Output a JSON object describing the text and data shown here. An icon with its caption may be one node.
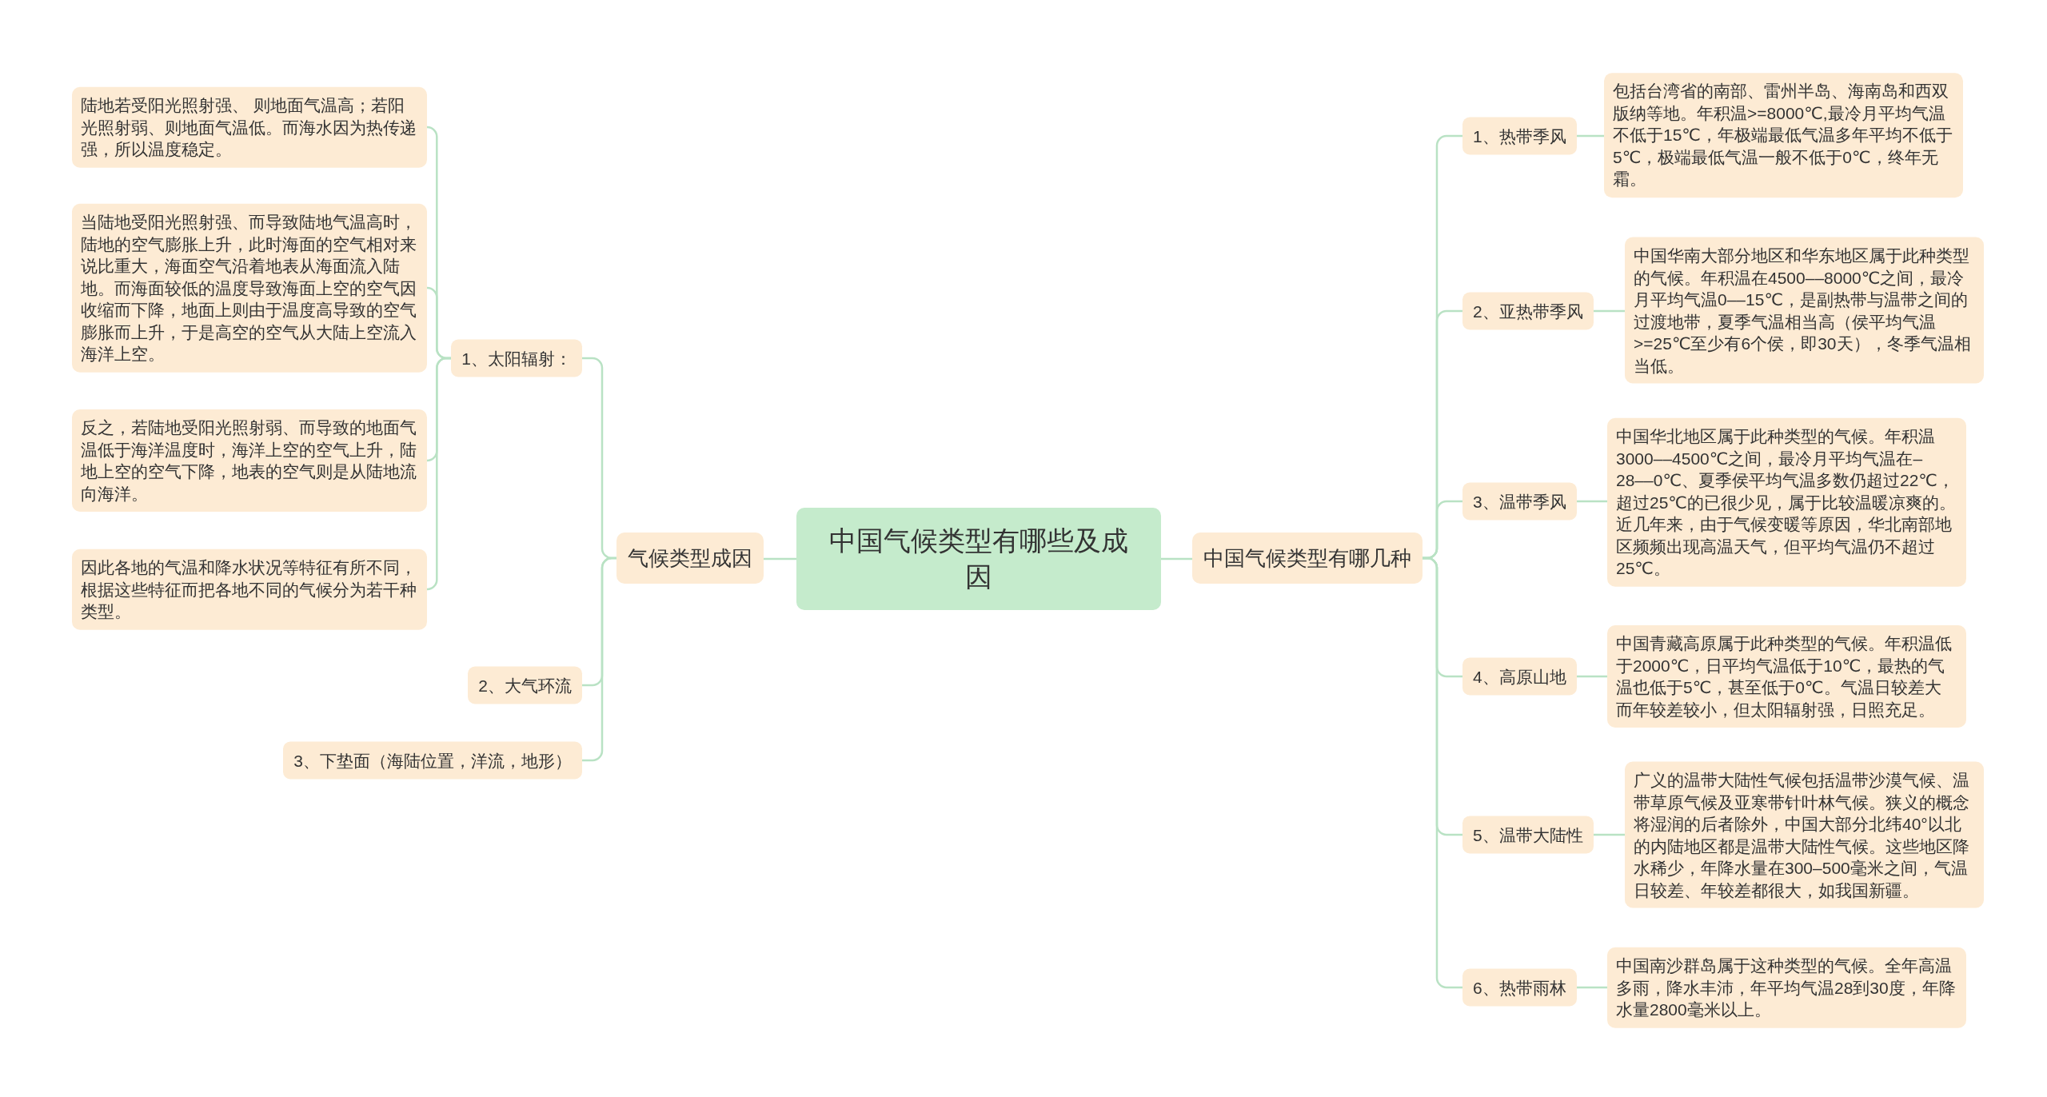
{
  "diagram": {
    "nodes": [
      {
        "text": [
          "中国气候类型有哪些及成因"
        ]
      },
      {
        "text": [
          "气候类型成因"
        ]
      },
      {
        "text": [
          "1、太阳辐射："
        ]
      },
      {
        "text": [
          "陆地若受阳光照射强、 则地面气温高；若阳光照射弱、则地面气温低。而海水因为热传递强，所以温度稳定。"
        ]
      },
      {
        "text": [
          "当陆地受阳光照射强、而导致陆地气温高时，陆地的空气膨胀上升，此时海面的空气相对来说比重大，海面空气沿着地表从海面流入陆地。而海面较低的温度导致海面上空的空气因收缩而下降，地面上则由于温度高导致的空气膨胀而上升，于是高空的空气从大陆上空流入海洋上空。"
        ]
      },
      {
        "text": [
          "反之，若陆地受阳光照射弱、而导致的地面气温低于海洋温度时，海洋上空的空气上升，陆地上空的空气下降，地表的空气则是从陆地流向海洋。"
        ]
      },
      {
        "text": [
          "因此各地的气温和降水状况等特征有所不同，根据这些特征而把各地不同的气候分为若干种类型。"
        ]
      },
      {
        "text": [
          "2、大气环流"
        ]
      },
      {
        "text": [
          "3、下垫面（海陆位置，洋流，地形）"
        ]
      },
      {
        "text": [
          "中国气候类型有哪几种"
        ]
      },
      {
        "text": [
          "1、热带季风"
        ]
      },
      {
        "text": [
          "包括台湾省的南部、雷州半岛、海南岛和西双版纳等地。年积温>=8000℃,最冷月平均气温不低于15℃，年极端最低气温多年平均不低于5℃，极端最低气温一般不低于0℃，终年无霜。"
        ]
      },
      {
        "text": [
          "2、亚热带季风"
        ]
      },
      {
        "text": [
          "中国华南大部分地区和华东地区属于此种类型的气候。年积温在4500––8000℃之间，最冷月平均气温0––15℃，是副热带与温带之间的过渡地带，夏季气温相当高（侯平均气温>=25℃至少有6个侯，即30天），冬季气温相当低。"
        ]
      },
      {
        "text": [
          "3、温带季风"
        ]
      },
      {
        "text": [
          "中国华北地区属于此种类型的气候。年积温3000––4500℃之间，最冷月平均气温在–28––0℃、夏季侯平均气温多数仍超过22℃，超过25℃的已很少见，属于比较温暖凉爽的。近几年来，由于气候变暖等原因，华北南部地区频频出现高温天气，但平均气温仍不超过25℃。"
        ]
      },
      {
        "text": [
          "4、高原山地"
        ]
      },
      {
        "text": [
          "中国青藏高原属于此种类型的气候。年积温低于2000℃，日平均气温低于10℃，最热的气温也低于5℃，甚至低于0℃。气温日较差大而年较差较小，但太阳辐射强，日照充足。"
        ]
      },
      {
        "text": [
          "5、温带大陆性"
        ]
      },
      {
        "text": [
          "广义的温带大陆性气候包括温带沙漠气候、温带草原气候及亚寒带针叶林气候。狭义的概念将湿润的后者除外，中国大部分北纬40°以北的内陆地区都是温带大陆性气候。这些地区降水稀少，年降水量在300–500毫米之间，气温日较差、年较差都很大，如我国新疆。"
        ]
      },
      {
        "text": [
          "6、热带雨林"
        ]
      },
      {
        "text": [
          "中国南沙群岛属于这种类型的气候。全年高温多雨，降水丰沛，年平均气温28到30度，年降水量2800毫米以上。"
        ]
      }
    ],
    "edges": [
      {
        "from": 0,
        "to": 1,
        "arrow": "none"
      },
      {
        "from": 1,
        "to": 2,
        "arrow": "none"
      },
      {
        "from": 2,
        "to": 3,
        "arrow": "none"
      },
      {
        "from": 2,
        "to": 4,
        "arrow": "none"
      },
      {
        "from": 2,
        "to": 5,
        "arrow": "none"
      },
      {
        "from": 2,
        "to": 6,
        "arrow": "none"
      },
      {
        "from": 1,
        "to": 7,
        "arrow": "none"
      },
      {
        "from": 1,
        "to": 8,
        "arrow": "none"
      },
      {
        "from": 0,
        "to": 9,
        "arrow": "none"
      },
      {
        "from": 9,
        "to": 10,
        "arrow": "none"
      },
      {
        "from": 10,
        "to": 11,
        "arrow": "none"
      },
      {
        "from": 9,
        "to": 12,
        "arrow": "none"
      },
      {
        "from": 12,
        "to": 13,
        "arrow": "none"
      },
      {
        "from": 9,
        "to": 14,
        "arrow": "none"
      },
      {
        "from": 14,
        "to": 15,
        "arrow": "none"
      },
      {
        "from": 9,
        "to": 16,
        "arrow": "none"
      },
      {
        "from": 16,
        "to": 17,
        "arrow": "none"
      },
      {
        "from": 9,
        "to": 18,
        "arrow": "none"
      },
      {
        "from": 18,
        "to": 19,
        "arrow": "none"
      },
      {
        "from": 9,
        "to": 20,
        "arrow": "none"
      },
      {
        "from": 20,
        "to": 21,
        "arrow": "none"
      }
    ]
  }
}
